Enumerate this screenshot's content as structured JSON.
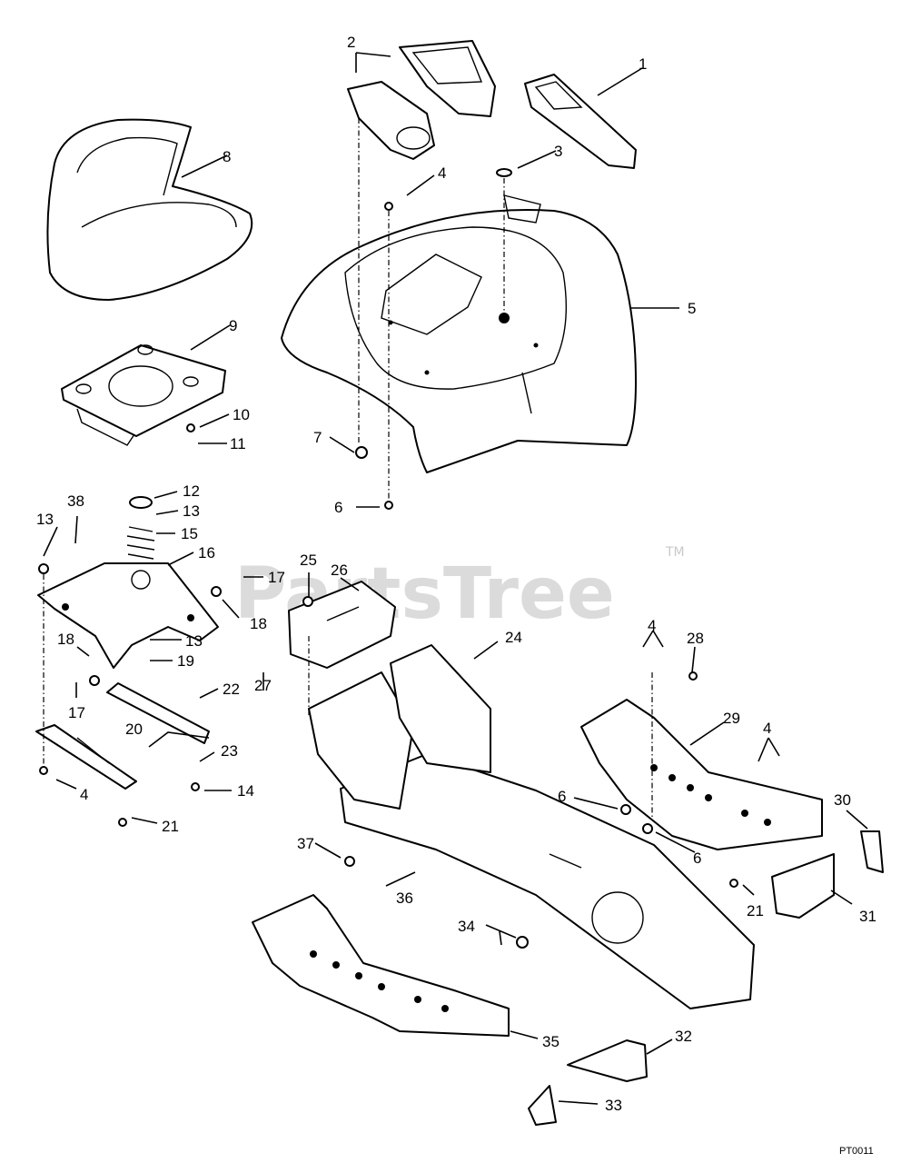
{
  "watermark": {
    "text": "PartsTree",
    "trademark": "TM"
  },
  "reference_code": "PT0011",
  "callouts": {
    "c1": "1",
    "c2": "2",
    "c3": "3",
    "c4a": "4",
    "c5": "5",
    "c6a": "6",
    "c7": "7",
    "c8": "8",
    "c9": "9",
    "c10": "10",
    "c11": "11",
    "c12": "12",
    "c13a": "13",
    "c13b": "13",
    "c13c": "13",
    "c14": "14",
    "c15": "15",
    "c16": "16",
    "c17a": "17",
    "c17b": "17",
    "c18a": "18",
    "c18b": "18",
    "c19": "19",
    "c20": "20",
    "c21a": "21",
    "c21b": "21",
    "c22": "22",
    "c23": "23",
    "c24": "24",
    "c25": "25",
    "c26": "26",
    "c27": "27",
    "c28": "28",
    "c29": "29",
    "c30": "30",
    "c31": "31",
    "c32": "32",
    "c33": "33",
    "c34": "34",
    "c35": "35",
    "c36": "36",
    "c37": "37",
    "c38": "38",
    "c4b": "4",
    "c4c": "4",
    "c4d": "4",
    "c6b": "6",
    "c6c": "6"
  }
}
